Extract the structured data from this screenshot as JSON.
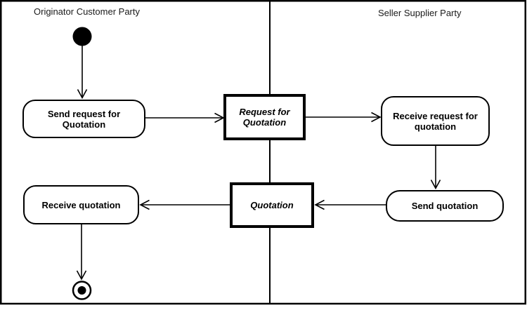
{
  "diagram": {
    "kind": "uml-activity-swimlane-diagram",
    "colors": {
      "line": "#000000",
      "background": "#ffffff",
      "node_fill": "#ffffff"
    },
    "lanes": [
      {
        "id": "originator",
        "label": "Originator Customer Party"
      },
      {
        "id": "seller",
        "label": "Seller Supplier Party"
      }
    ],
    "nodes": {
      "start": {
        "kind": "initial-node"
      },
      "send_request": {
        "kind": "action",
        "label": "Send request for Quotation"
      },
      "request_for_quotation": {
        "kind": "object",
        "label": "Request for Quotation"
      },
      "receive_request": {
        "kind": "action",
        "label": "Receive request for quotation"
      },
      "send_quotation": {
        "kind": "action",
        "label": "Send quotation"
      },
      "quotation": {
        "kind": "object",
        "label": "Quotation"
      },
      "receive_quotation": {
        "kind": "action",
        "label": "Receive quotation"
      },
      "end": {
        "kind": "final-node"
      }
    },
    "flows": [
      {
        "from": "start",
        "to": "send_request"
      },
      {
        "from": "send_request",
        "to": "request_for_quotation"
      },
      {
        "from": "request_for_quotation",
        "to": "receive_request"
      },
      {
        "from": "receive_request",
        "to": "send_quotation"
      },
      {
        "from": "send_quotation",
        "to": "quotation"
      },
      {
        "from": "quotation",
        "to": "receive_quotation"
      },
      {
        "from": "receive_quotation",
        "to": "end"
      }
    ]
  }
}
